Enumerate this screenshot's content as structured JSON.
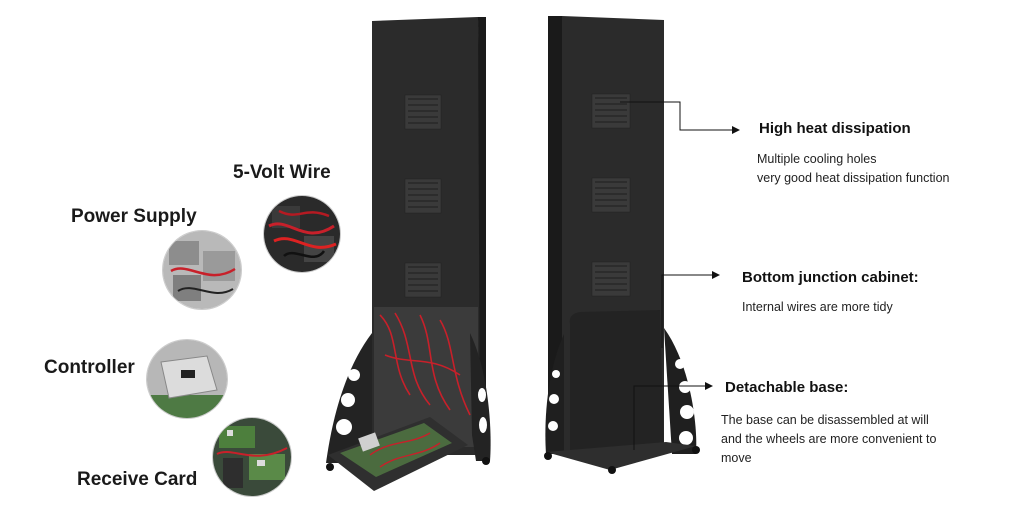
{
  "left_labels": {
    "five_volt_wire": "5-Volt Wire",
    "power_supply": "Power Supply",
    "controller": "Controller",
    "receive_card": "Receive Card"
  },
  "features": {
    "heat": {
      "title": "High heat dissipation",
      "desc_line1": "Multiple cooling holes",
      "desc_line2": "very good heat dissipation function"
    },
    "cabinet": {
      "title": "Bottom junction cabinet:",
      "desc": "Internal wires are more tidy"
    },
    "base": {
      "title": "Detachable base:",
      "desc_line1": "The base can be disassembled at will",
      "desc_line2": "and the wheels are more convenient to",
      "desc_line3": "move"
    }
  },
  "colors": {
    "panel": "#2b2b2b",
    "panel_dark": "#1c1c1c",
    "wire_red": "#c8202a",
    "pcb_green": "#4a7a3a"
  }
}
